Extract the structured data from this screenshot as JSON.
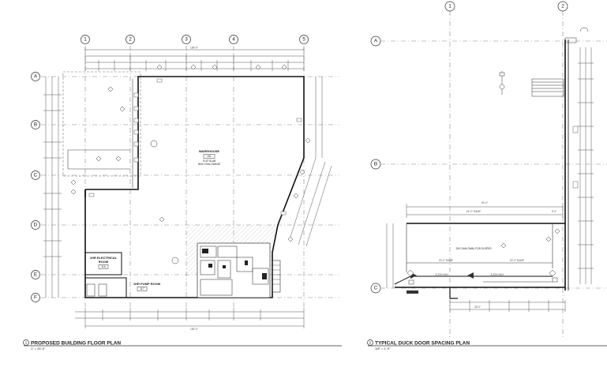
{
  "plan1": {
    "number": "1",
    "title": "PROPOSED BUILDING FLOOR PLAN",
    "scale": "1\" = 20'-0\"",
    "grid_cols": [
      "1",
      "2",
      "3",
      "4",
      "5"
    ],
    "grid_rows": [
      "A",
      "B",
      "C",
      "D",
      "E",
      "F"
    ],
    "overall_dim": "180'-0\"",
    "overall_dim_bottom": "180'-0\"",
    "rooms": {
      "warehouse_name": "WAREHOUSE",
      "warehouse_tag": "101",
      "warehouse_note1": "FLAT SLAB",
      "warehouse_note2": "3000 CHALOWAGE",
      "electrical_name1": "1HR ELECTRICAL",
      "electrical_name2": "ROOM",
      "electrical_tag": "116",
      "pump_name": "1HR PUMP ROOM",
      "pump_tag": "117"
    }
  },
  "plan2": {
    "number": "2",
    "title": "TYPICAL DUCK DOOR SPACING PLAN",
    "scale": "1/8\" = 1'-0\"",
    "grid_cols": [
      "1",
      "2"
    ],
    "grid_rows": [
      "A",
      "B",
      "C"
    ],
    "top_dim": "60'-0\"",
    "ramp_dim": "24'-0\" RAMP",
    "ramp_small": "5'-0\"",
    "slab_note": "200 CHALOWAL FOR SLOPES",
    "ramp_left": "20'-0\" RAMP",
    "ramp_right": "20'-0\" RAMP",
    "max_left": "8.33% MAX",
    "max_right": "8.33% MAX",
    "bottom_dim": "28'-0\""
  },
  "colors": {
    "line": "#111111",
    "grid": "#888888",
    "hatch": "#bbbbbb"
  }
}
